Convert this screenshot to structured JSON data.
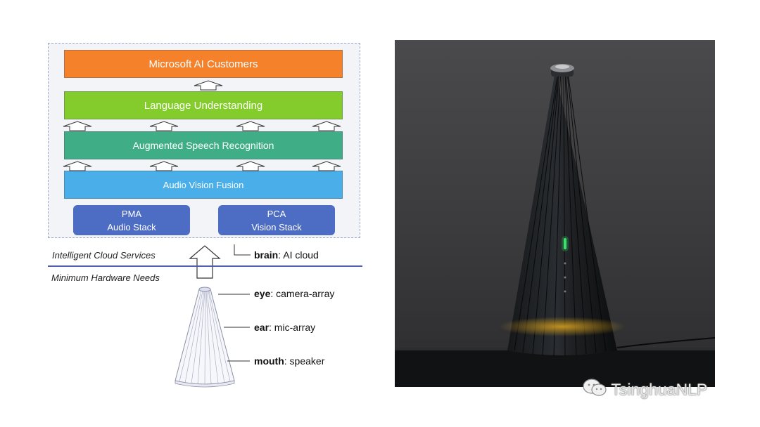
{
  "layers": {
    "customers": "Microsoft AI Customers",
    "language": "Language Understanding",
    "speech": "Augmented Speech Recognition",
    "fusion": "Audio Vision Fusion"
  },
  "stacks": {
    "pma": {
      "line1": "PMA",
      "line2": "Audio Stack"
    },
    "pca": {
      "line1": "PCA",
      "line2": "Vision Stack"
    }
  },
  "zones": {
    "cloud": "Intelligent Cloud Services",
    "hardware": "Minimum Hardware Needs"
  },
  "callouts": {
    "brain": {
      "term": "brain",
      "desc": ": AI cloud"
    },
    "eye": {
      "term": "eye",
      "desc": ": camera-array"
    },
    "ear": {
      "term": "ear",
      "desc": ": mic-array"
    },
    "mouth": {
      "term": "mouth",
      "desc": ": speaker"
    }
  },
  "watermark": "TsinghuaNLP",
  "colors": {
    "customers": "#f5812a",
    "language": "#84cc2c",
    "speech": "#3fae86",
    "fusion": "#4aaee8",
    "stack": "#4d6cc4",
    "divider": "#4d5fae"
  }
}
